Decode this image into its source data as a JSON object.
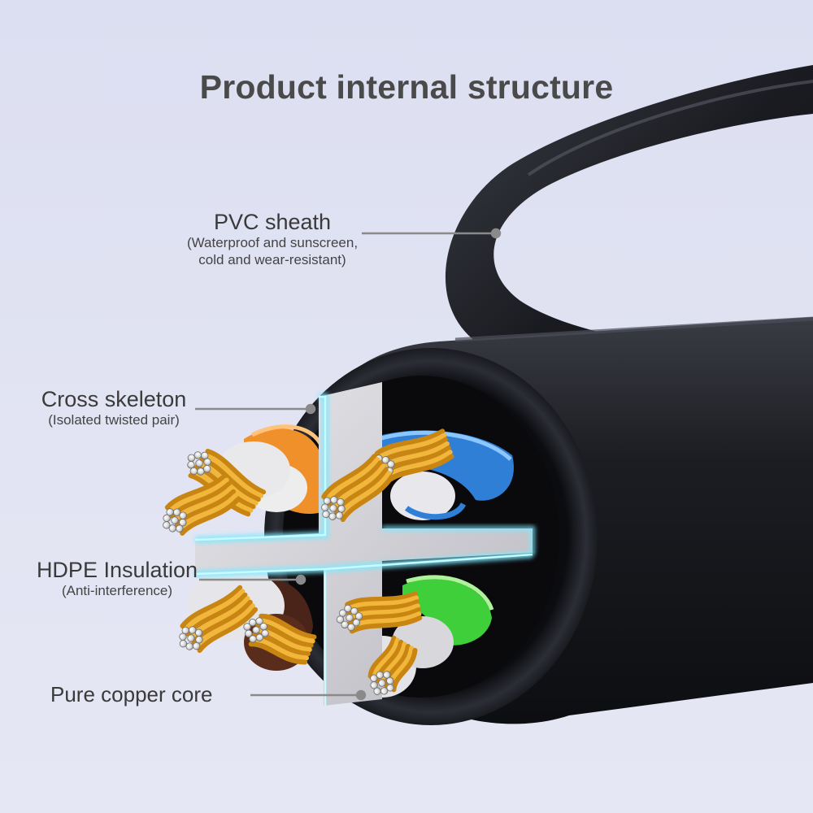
{
  "title": "Product internal structure",
  "labels": {
    "pvc": {
      "name": "PVC sheath",
      "desc_line1": "(Waterproof and sunscreen,",
      "desc_line2": "cold and wear-resistant)"
    },
    "cross": {
      "name": "Cross skeleton",
      "desc": "(Isolated twisted pair)"
    },
    "hdpe": {
      "name": "HDPE Insulation",
      "desc": "(Anti-interference)"
    },
    "copper": {
      "name": "Pure copper core"
    }
  },
  "colors": {
    "background": "#dfe1f1",
    "cable": "#1c1d22",
    "orange_pair": "#f0902a",
    "blue_pair": "#2f7fd6",
    "green_pair": "#3fcf3a",
    "brown_pair": "#4a2418",
    "copper": "#e3a21f",
    "skeleton": "#d9d9de",
    "skeleton_glow": "#7fe9ff"
  },
  "icons": [
    "pointer-dot-icon"
  ]
}
